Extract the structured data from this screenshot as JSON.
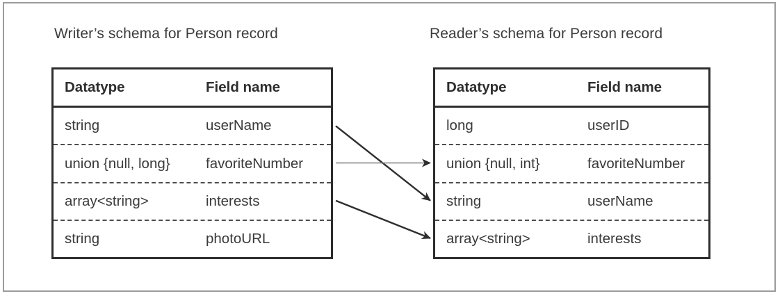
{
  "writer": {
    "title": "Writer’s schema for Person record",
    "columns": {
      "datatype": "Datatype",
      "field": "Field name"
    },
    "rows": [
      {
        "datatype": "string",
        "field": "userName"
      },
      {
        "datatype": "union {null, long}",
        "field": "favoriteNumber"
      },
      {
        "datatype": "array<string>",
        "field": "interests"
      },
      {
        "datatype": "string",
        "field": "photoURL"
      }
    ]
  },
  "reader": {
    "title": "Reader’s schema for Person record",
    "columns": {
      "datatype": "Datatype",
      "field": "Field name"
    },
    "rows": [
      {
        "datatype": "long",
        "field": "userID"
      },
      {
        "datatype": "union {null, int}",
        "field": "favoriteNumber"
      },
      {
        "datatype": "string",
        "field": "userName"
      },
      {
        "datatype": "array<string>",
        "field": "interests"
      }
    ]
  },
  "arrows": [
    {
      "from_field": "userName",
      "from_row": 0,
      "to_field": "userName",
      "to_row": 2,
      "style": "thick"
    },
    {
      "from_field": "favoriteNumber",
      "from_row": 1,
      "to_field": "favoriteNumber",
      "to_row": 1,
      "style": "thin"
    },
    {
      "from_field": "interests",
      "from_row": 2,
      "to_field": "interests",
      "to_row": 3,
      "style": "thick"
    }
  ],
  "colors": {
    "arrow_thick": "#2e2e2e",
    "arrow_thin": "#7d7d7d",
    "arrowhead": "#2e2e2e",
    "text": "#3a3a3a",
    "table_border": "#2d2d2d",
    "frame_border": "#9b9b9b",
    "background": "#ffffff"
  }
}
